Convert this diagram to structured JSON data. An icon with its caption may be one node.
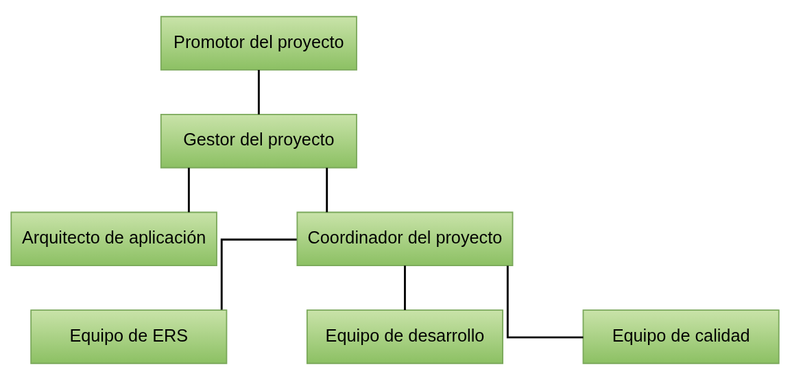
{
  "diagram": {
    "nodes": [
      {
        "text": [
          "Promotor del proyecto"
        ]
      },
      {
        "text": [
          "Gestor del proyecto"
        ]
      },
      {
        "text": [
          "Arquitecto de aplicación"
        ]
      },
      {
        "text": [
          "Coordinador del proyecto"
        ]
      },
      {
        "text": [
          "Equipo de ERS"
        ]
      },
      {
        "text": [
          "Equipo de desarrollo"
        ]
      },
      {
        "text": [
          "Equipo de calidad"
        ]
      }
    ],
    "edges": [
      {
        "from": 0,
        "to": 1,
        "arrow": "none"
      },
      {
        "from": 1,
        "to": 2,
        "arrow": "none"
      },
      {
        "from": 1,
        "to": 3,
        "arrow": "none"
      },
      {
        "from": 3,
        "to": 4,
        "arrow": "none"
      },
      {
        "from": 3,
        "to": 5,
        "arrow": "none"
      },
      {
        "from": 3,
        "to": 6,
        "arrow": "none"
      }
    ]
  }
}
